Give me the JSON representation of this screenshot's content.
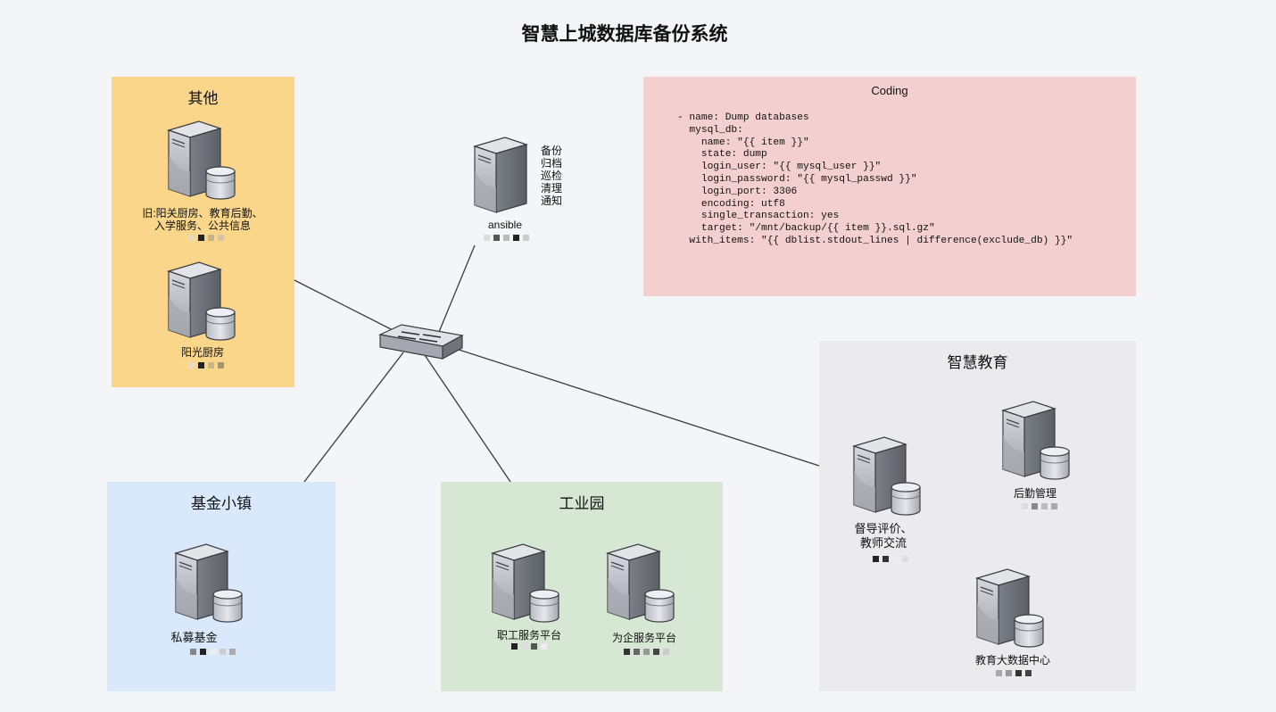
{
  "diagram": {
    "title": "智慧上城数据库备份系统",
    "groups": {
      "other": {
        "title": "其他"
      },
      "fund_town": {
        "title": "基金小镇"
      },
      "industrial_park": {
        "title": "工业园"
      },
      "smart_edu": {
        "title": "智慧教育"
      }
    },
    "servers": {
      "old_systems": {
        "label_line1": "旧:阳关厨房、教育后勤、",
        "label_line2": "入学服务、公共信息"
      },
      "sunshine_kitchen": {
        "label": "阳光厨房"
      },
      "ansible": {
        "label": "ansible",
        "tasks": [
          "备份",
          "归档",
          "巡检",
          "清理",
          "通知"
        ]
      },
      "private_fund": {
        "label": "私募基金"
      },
      "worker_service": {
        "label": "职工服务平台"
      },
      "enterprise_service": {
        "label": "为企服务平台"
      },
      "supervision": {
        "label_line1": "督导评价、",
        "label_line2": "教师交流"
      },
      "logistics": {
        "label": "后勤管理"
      },
      "edu_bigdata": {
        "label": "教育大数据中心"
      }
    },
    "code_box": {
      "title": "Coding",
      "code": "- name: Dump databases\n  mysql_db:\n    name: \"{{ item }}\"\n    state: dump\n    login_user: \"{{ mysql_user }}\"\n    login_password: \"{{ mysql_passwd }}\"\n    login_port: 3306\n    encoding: utf8\n    single_transaction: yes\n    target: \"/mnt/backup/{{ item }}.sql.gz\"\n  with_items: \"{{ dblist.stdout_lines | difference(exclude_db) }}\""
    },
    "colors": {
      "other_bg": "#f9d68a",
      "fund_bg": "#dae8fb",
      "industrial_bg": "#d6e8d4",
      "edu_bg": "#ebebee",
      "code_bg": "#f3d0cf"
    }
  }
}
